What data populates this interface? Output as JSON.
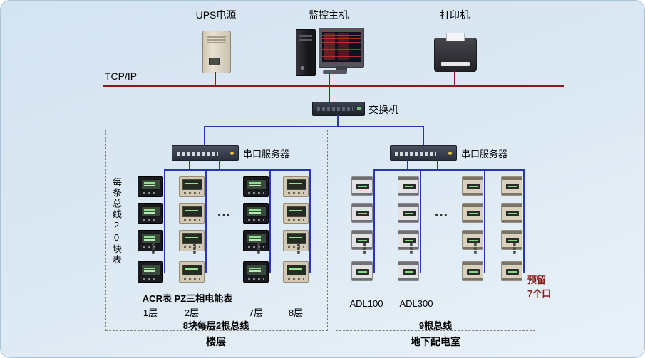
{
  "top_devices": {
    "ups_label": "UPS电源",
    "host_label": "监控主机",
    "printer_label": "打印机"
  },
  "network": {
    "tcpip_label": "TCP/IP",
    "switch_label": "交换机"
  },
  "left_panel": {
    "server_label": "串口服务器",
    "side_label": "每条总线20块表",
    "meter_types_label": "ACR表 PZ三相电能表",
    "floors": [
      "1层",
      "2层",
      "7层",
      "8层"
    ],
    "bus_note": "8块每层2根总线",
    "caption": "楼层"
  },
  "right_panel": {
    "server_label": "串口服务器",
    "device_labels": [
      "ADL100",
      "ADL300"
    ],
    "reserved_line1": "预留",
    "reserved_line2": "7个口",
    "bus_note": "9根总线",
    "caption": "地下配电室"
  },
  "glyphs": {
    "h_ellipsis": "…",
    "v_ellipsis": "⋮"
  },
  "colors": {
    "tcpip_line": "#8b1a1a",
    "bus_line": "#2a35b0",
    "reserved_text": "#8b1a1a",
    "background": "#dbe8f3"
  }
}
